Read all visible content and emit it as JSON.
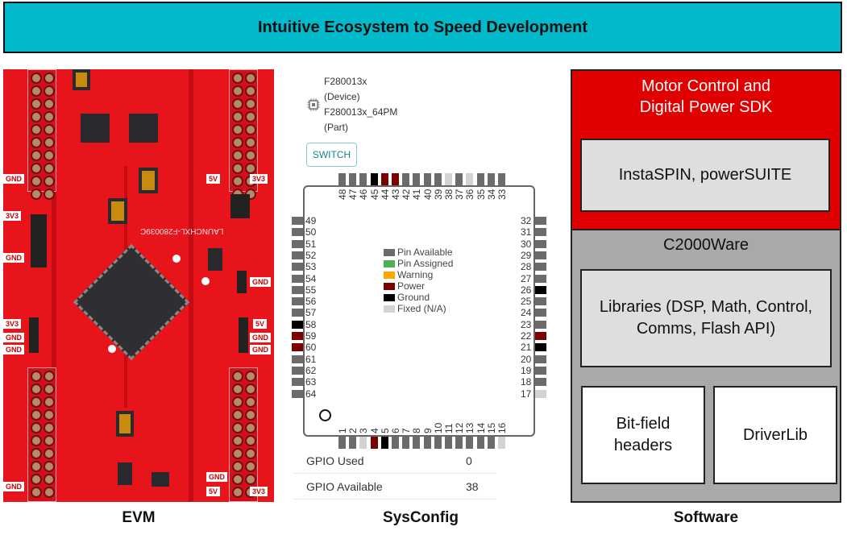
{
  "banner": {
    "title": "Intuitive Ecosystem to Speed Development"
  },
  "evm": {
    "caption": "EVM",
    "board_name": "LAUNCHXL-F280039C",
    "silk_labels": [
      "3V3",
      "GND",
      "5V",
      "GND",
      "3V3",
      "GND",
      "GND",
      "5V",
      "GND",
      "GND",
      "3V3",
      "5V",
      "GND",
      "3V3",
      "GND",
      "GND"
    ]
  },
  "sysconfig": {
    "caption": "SysConfig",
    "device": {
      "icon": "chip-icon",
      "lines": [
        "F280013x",
        "(Device)",
        "F280013x_64PM",
        "(Part)"
      ]
    },
    "switch_button": "SWITCH",
    "legend": [
      {
        "label": "Pin Available",
        "color": "#6b6b6b"
      },
      {
        "label": "Pin Assigned",
        "color": "#4caf50"
      },
      {
        "label": "Warning",
        "color": "#ffa500"
      },
      {
        "label": "Power",
        "color": "#7b0000"
      },
      {
        "label": "Ground",
        "color": "#000000"
      },
      {
        "label": "Fixed (N/A)",
        "color": "#d3d3d3"
      }
    ],
    "pin_status_colors": {
      "available": "#6b6b6b",
      "power": "#7b0000",
      "ground": "#000000",
      "fixed": "#d3d3d3"
    },
    "pins": {
      "bottom": [
        {
          "n": "1",
          "s": "available"
        },
        {
          "n": "2",
          "s": "available"
        },
        {
          "n": "3",
          "s": "fixed"
        },
        {
          "n": "4",
          "s": "power"
        },
        {
          "n": "5",
          "s": "ground"
        },
        {
          "n": "6",
          "s": "available"
        },
        {
          "n": "7",
          "s": "available"
        },
        {
          "n": "8",
          "s": "available"
        },
        {
          "n": "9",
          "s": "available"
        },
        {
          "n": "10",
          "s": "available"
        },
        {
          "n": "11",
          "s": "available"
        },
        {
          "n": "12",
          "s": "available"
        },
        {
          "n": "13",
          "s": "available"
        },
        {
          "n": "14",
          "s": "available"
        },
        {
          "n": "15",
          "s": "available"
        },
        {
          "n": "16",
          "s": "fixed"
        }
      ],
      "right": [
        {
          "n": "17",
          "s": "fixed"
        },
        {
          "n": "18",
          "s": "available"
        },
        {
          "n": "19",
          "s": "available"
        },
        {
          "n": "20",
          "s": "available"
        },
        {
          "n": "21",
          "s": "ground"
        },
        {
          "n": "22",
          "s": "power"
        },
        {
          "n": "23",
          "s": "available"
        },
        {
          "n": "24",
          "s": "available"
        },
        {
          "n": "25",
          "s": "available"
        },
        {
          "n": "26",
          "s": "ground"
        },
        {
          "n": "27",
          "s": "available"
        },
        {
          "n": "28",
          "s": "available"
        },
        {
          "n": "29",
          "s": "available"
        },
        {
          "n": "30",
          "s": "available"
        },
        {
          "n": "31",
          "s": "available"
        },
        {
          "n": "32",
          "s": "available"
        }
      ],
      "top": [
        {
          "n": "33",
          "s": "available"
        },
        {
          "n": "34",
          "s": "available"
        },
        {
          "n": "35",
          "s": "available"
        },
        {
          "n": "36",
          "s": "fixed"
        },
        {
          "n": "37",
          "s": "available"
        },
        {
          "n": "38",
          "s": "fixed"
        },
        {
          "n": "39",
          "s": "available"
        },
        {
          "n": "40",
          "s": "available"
        },
        {
          "n": "41",
          "s": "available"
        },
        {
          "n": "42",
          "s": "available"
        },
        {
          "n": "43",
          "s": "power"
        },
        {
          "n": "44",
          "s": "power"
        },
        {
          "n": "45",
          "s": "ground"
        },
        {
          "n": "46",
          "s": "available"
        },
        {
          "n": "47",
          "s": "available"
        },
        {
          "n": "48",
          "s": "available"
        }
      ],
      "left": [
        {
          "n": "49",
          "s": "available"
        },
        {
          "n": "50",
          "s": "available"
        },
        {
          "n": "51",
          "s": "available"
        },
        {
          "n": "52",
          "s": "available"
        },
        {
          "n": "53",
          "s": "available"
        },
        {
          "n": "54",
          "s": "available"
        },
        {
          "n": "55",
          "s": "available"
        },
        {
          "n": "56",
          "s": "available"
        },
        {
          "n": "57",
          "s": "available"
        },
        {
          "n": "58",
          "s": "ground"
        },
        {
          "n": "59",
          "s": "power"
        },
        {
          "n": "60",
          "s": "power"
        },
        {
          "n": "61",
          "s": "available"
        },
        {
          "n": "62",
          "s": "available"
        },
        {
          "n": "63",
          "s": "available"
        },
        {
          "n": "64",
          "s": "available"
        }
      ]
    },
    "stats": [
      {
        "label": "GPIO Used",
        "value": "0"
      },
      {
        "label": "GPIO Available",
        "value": "38"
      }
    ]
  },
  "software": {
    "caption": "Software",
    "sdk": {
      "title_line1": "Motor Control and",
      "title_line2": "Digital Power SDK",
      "inner": "InstaSPIN, powerSUITE"
    },
    "c2000ware": {
      "title": "C2000Ware",
      "libraries_line1": "Libraries (DSP, Math, Control,",
      "libraries_line2": "Comms, Flash API)",
      "bitfield_line1": "Bit-field",
      "bitfield_line2": "headers",
      "driverlib": "DriverLib"
    },
    "colors": {
      "sdk": "#e00000",
      "c2000ware": "#a9a9a9",
      "inner_grey": "#dedede"
    }
  },
  "colors": {
    "banner": "#00bacc"
  }
}
